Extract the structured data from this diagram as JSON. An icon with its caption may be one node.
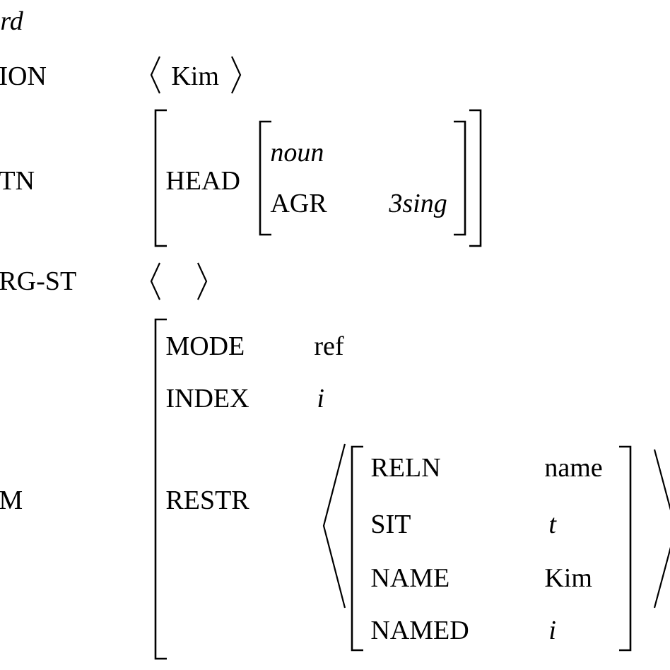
{
  "diagram": {
    "labels": [
      "rd",
      "ION",
      "Kim",
      "TN",
      "HEAD",
      "noun",
      "AGR",
      "3sing",
      "RG-ST",
      "MODE",
      "ref",
      "INDEX",
      "i",
      "M",
      "RESTR",
      "RELN",
      "name",
      "SIT",
      "t",
      "NAME",
      "Kim",
      "NAMED",
      "i"
    ]
  }
}
